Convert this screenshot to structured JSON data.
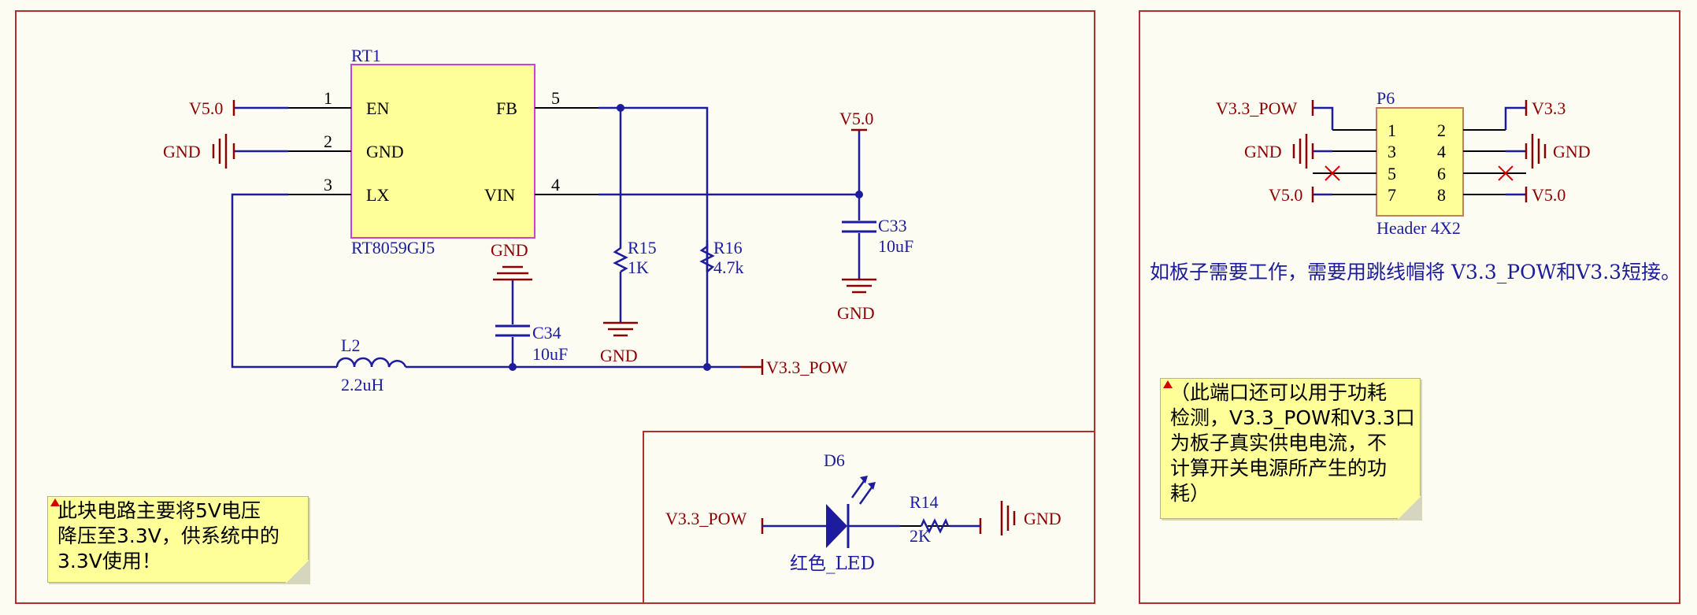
{
  "regulator": {
    "ref": "RT1",
    "part": "RT8059GJ5",
    "pins": [
      {
        "num": "1",
        "name": "EN"
      },
      {
        "num": "2",
        "name": "GND"
      },
      {
        "num": "3",
        "name": "LX"
      },
      {
        "num": "5",
        "name": "FB"
      },
      {
        "num": "4",
        "name": "VIN"
      }
    ]
  },
  "nets": {
    "v50": "V5.0",
    "gnd": "GND",
    "v33pow": "V3.3_POW",
    "v33": "V3.3"
  },
  "components": {
    "r15": {
      "ref": "R15",
      "value": "1K"
    },
    "r16": {
      "ref": "R16",
      "value": "4.7k"
    },
    "c33": {
      "ref": "C33",
      "value": "10uF"
    },
    "c34": {
      "ref": "C34",
      "value": "10uF"
    },
    "l2": {
      "ref": "L2",
      "value": "2.2uH"
    },
    "d6": {
      "ref": "D6",
      "value": "红色_LED"
    },
    "r14": {
      "ref": "R14",
      "value": "2K"
    }
  },
  "header": {
    "ref": "P6",
    "part": "Header 4X2",
    "pins": [
      "1",
      "2",
      "3",
      "4",
      "5",
      "6",
      "7",
      "8"
    ]
  },
  "caption": "如板子需要工作，需要用跳线帽将 V3.3_POW和V3.3短接。",
  "notes": {
    "left": [
      "此块电路主要将5V电压",
      "降压至3.3V，供系统中的",
      "3.3V使用！"
    ],
    "right": [
      "（此端口还可以用于功耗",
      "检测，V3.3_POW和V3.3口",
      "为板子真实供电电流，不",
      "计算开关电源所产生的功",
      "耗）"
    ]
  },
  "colors": {
    "wire": "#1c1c9c",
    "net": "#8b0000",
    "border": "#b03030",
    "chip_fill": "#ffff9a",
    "chip_border": "#d040d0",
    "note_fill": "#ffff9a"
  }
}
